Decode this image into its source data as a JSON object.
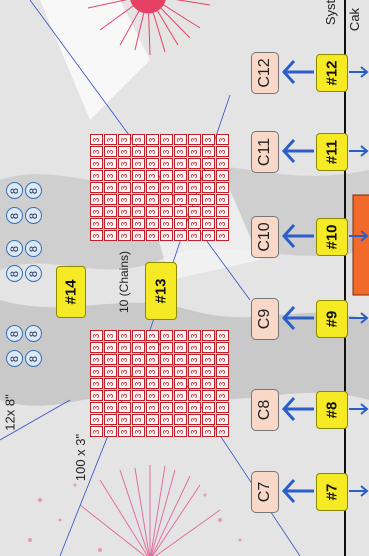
{
  "top_labels": {
    "cake": "Cak",
    "system": "Syst"
  },
  "cakes": [
    {
      "id": "C12",
      "badge": "#12"
    },
    {
      "id": "C11",
      "badge": "#11"
    },
    {
      "id": "C10",
      "badge": "#10"
    },
    {
      "id": "C9",
      "badge": "#9"
    },
    {
      "id": "C8",
      "badge": "#8"
    },
    {
      "id": "C7",
      "badge": "#7"
    }
  ],
  "groups": {
    "shells_8": {
      "label": "12x 8\"",
      "value": "8",
      "badge": "#14"
    },
    "shells_3": {
      "label": "100 x 3\"",
      "value": "3"
    },
    "chains": {
      "label": "10 (Chains)",
      "badge": "#13"
    }
  },
  "colors": {
    "cake_fill": "#f9d8c8",
    "badge_fill": "#f5ea24",
    "shell8": "#3a6fb0",
    "shell3": "#c0202a",
    "launcher": "#f26a2a"
  }
}
